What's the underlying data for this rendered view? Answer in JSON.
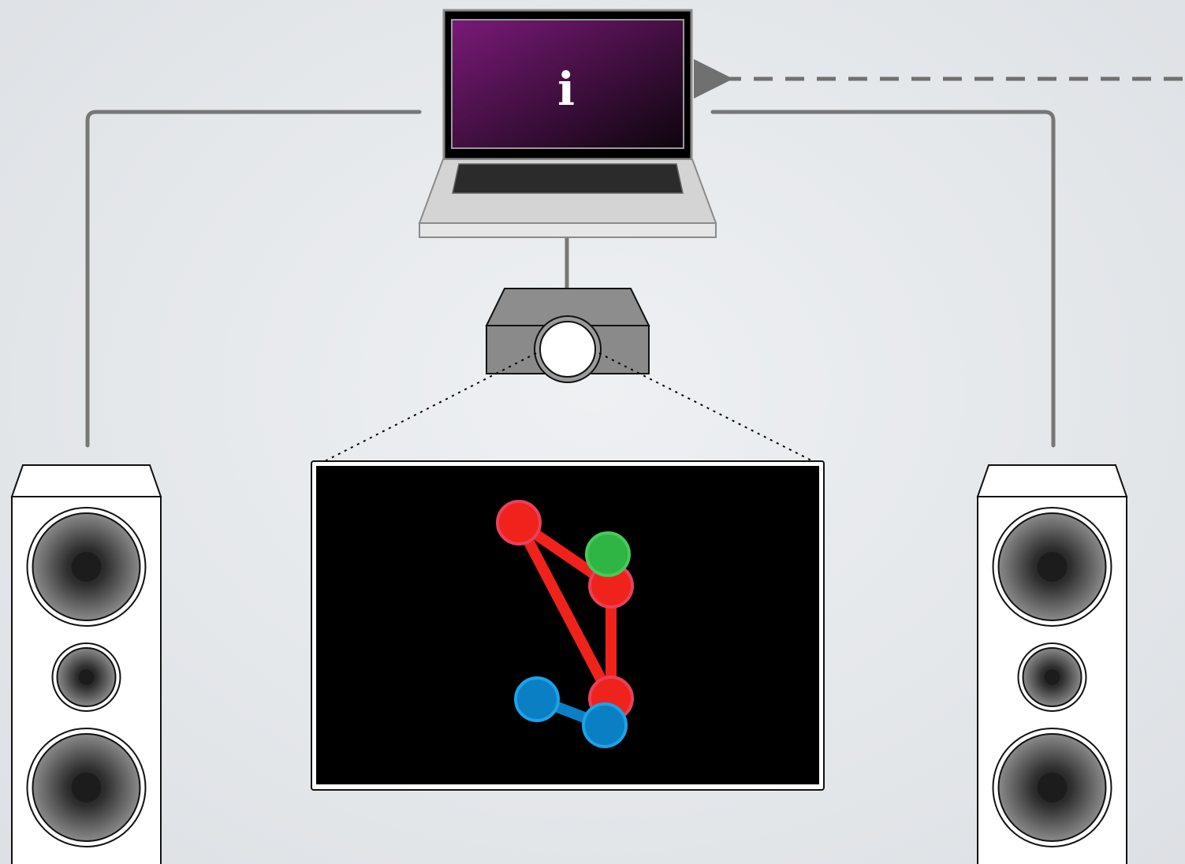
{
  "laptop": {
    "screen_glyph": "i",
    "screen_color_top": "#7a1a78",
    "screen_color_bottom": "#0d050d",
    "icon": "laptop-icon"
  },
  "projector": {
    "icon": "projector-icon"
  },
  "speakers": {
    "icon": "speaker-icon",
    "count": 2
  },
  "projection": {
    "background": "#000000",
    "nodes": [
      {
        "id": "n1",
        "color": "#f0221c"
      },
      {
        "id": "n2",
        "color": "#2fb544"
      },
      {
        "id": "n3",
        "color": "#f0221c"
      },
      {
        "id": "n4",
        "color": "#f0221c"
      },
      {
        "id": "n5",
        "color": "#0b7fc4"
      },
      {
        "id": "n6",
        "color": "#0b7fc4"
      }
    ]
  },
  "colors": {
    "cable": "#777777",
    "red": "#f0221c",
    "red_outline": "#e8405a",
    "green": "#2fb544",
    "blue": "#0b7fc4",
    "blue_outline": "#1aa3e8"
  }
}
